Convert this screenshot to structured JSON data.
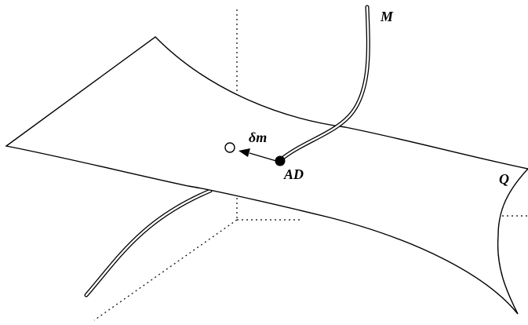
{
  "labels": {
    "curve_m": "M",
    "surface_q": "Q",
    "point_ad": "AD",
    "delta_m": "δm"
  },
  "colors": {
    "ink": "#000000",
    "background": "#ffffff"
  }
}
